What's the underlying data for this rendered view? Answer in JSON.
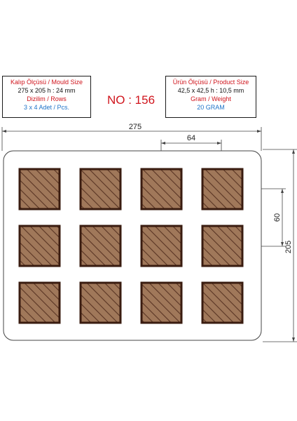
{
  "mould_info": {
    "title": "Kalıp Ölçüsü / Mould Size",
    "size": "275 x 205 h : 24 mm",
    "rows_label": "Dizilim / Rows",
    "layout": "3 x 4 Adet / Pcs."
  },
  "product_info": {
    "title": "Ürün Ölçüsü / Product Size",
    "size": "42,5 x 42,5 h : 10,5 mm",
    "weight_label": "Gram / Weight",
    "weight": "20 GRAM"
  },
  "model_no": "NO : 156",
  "dimensions": {
    "width": "275",
    "height": "205",
    "cavity_spacing": "64",
    "row_spacing": "60"
  },
  "grid": {
    "rows": 3,
    "cols": 4
  },
  "colors": {
    "cavity_fill": "#a0785a",
    "cavity_border": "#3a1c10",
    "stripe": "#5a3524",
    "red_text": "#d0141c",
    "blue_text": "#1e73c8"
  }
}
